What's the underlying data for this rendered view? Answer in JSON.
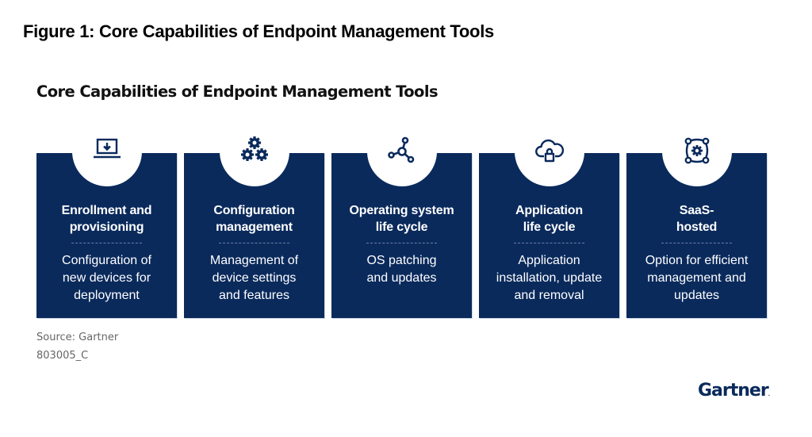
{
  "figure": {
    "caption": "Figure 1: Core Capabilities of Endpoint Management Tools"
  },
  "diagram": {
    "title": "Core Capabilities of Endpoint Management Tools",
    "colors": {
      "card_background": "#0a2a5c",
      "card_text": "#ffffff",
      "icon_color": "#0a2a5c",
      "bubble": "#ffffff",
      "divider": "#6b7fa3"
    },
    "cards": [
      {
        "icon": "laptop-download-icon",
        "heading": "Enrollment and\nprovisioning",
        "description": "Configuration of\nnew devices for\ndeployment"
      },
      {
        "icon": "gears-icon",
        "heading": "Configuration\nmanagement",
        "description": "Management of\ndevice settings\nand features"
      },
      {
        "icon": "network-hub-icon",
        "heading": "Operating system\nlife cycle",
        "description": "OS patching\nand updates"
      },
      {
        "icon": "cloud-lock-icon",
        "heading": "Application\nlife cycle",
        "description": "Application\ninstallation, update\nand removal"
      },
      {
        "icon": "cloud-gear-nodes-icon",
        "heading": "SaaS-\nhosted",
        "description": "Option for efficient\nmanagement and\nupdates"
      }
    ]
  },
  "footer": {
    "source": "Source: Gartner",
    "code": "803005_C",
    "logo_text": "Gartner",
    "logo_mark": "."
  }
}
